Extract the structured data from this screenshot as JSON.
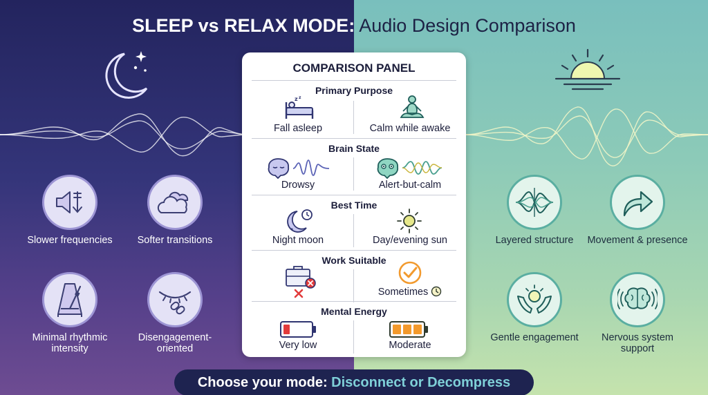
{
  "title": {
    "bold": "SLEEP vs RELAX MODE:",
    "regular": "Audio Design Comparison"
  },
  "panel": {
    "title": "COMPARISON PANEL",
    "sections": [
      {
        "title": "Primary Purpose",
        "left": "Fall asleep",
        "right": "Calm while awake"
      },
      {
        "title": "Brain State",
        "left": "Drowsy",
        "right": "Alert-but-calm"
      },
      {
        "title": "Best Time",
        "left": "Night moon",
        "right": "Day/evening sun"
      },
      {
        "title": "Work Suitable",
        "left": "",
        "right": "Sometimes"
      },
      {
        "title": "Mental Energy",
        "left": "Very low",
        "right": "Moderate"
      }
    ]
  },
  "sleep_features": [
    {
      "label": "Slower frequencies",
      "icon": "speaker-down-icon"
    },
    {
      "label": "Softer transitions",
      "icon": "clouds-icon"
    },
    {
      "label": "Minimal rhythmic intensity",
      "icon": "metronome-icon"
    },
    {
      "label": "Disengagement-oriented",
      "icon": "closed-eye-link-icon"
    }
  ],
  "relax_features": [
    {
      "label": "Layered structure",
      "icon": "layered-waves-icon"
    },
    {
      "label": "Movement & presence",
      "icon": "curved-arrow-icon"
    },
    {
      "label": "Gentle engagement",
      "icon": "hands-sun-icon"
    },
    {
      "label": "Nervous system support",
      "icon": "brain-waves-icon"
    }
  ],
  "bottom": {
    "prefix": "Choose your mode:",
    "option1": "Disconnect",
    "connector": "or",
    "option2": "Decompress"
  },
  "colors": {
    "sleep_bg": "#2a2b66",
    "relax_bg": "#8ccab8",
    "panel_bg": "#ffffff",
    "pill_bg": "#1e2350",
    "pill_highlight": "#7fd0d8",
    "battery_low": "#e23b3b",
    "battery_moderate": "#f39a2c",
    "check_orange": "#f29a2e"
  }
}
